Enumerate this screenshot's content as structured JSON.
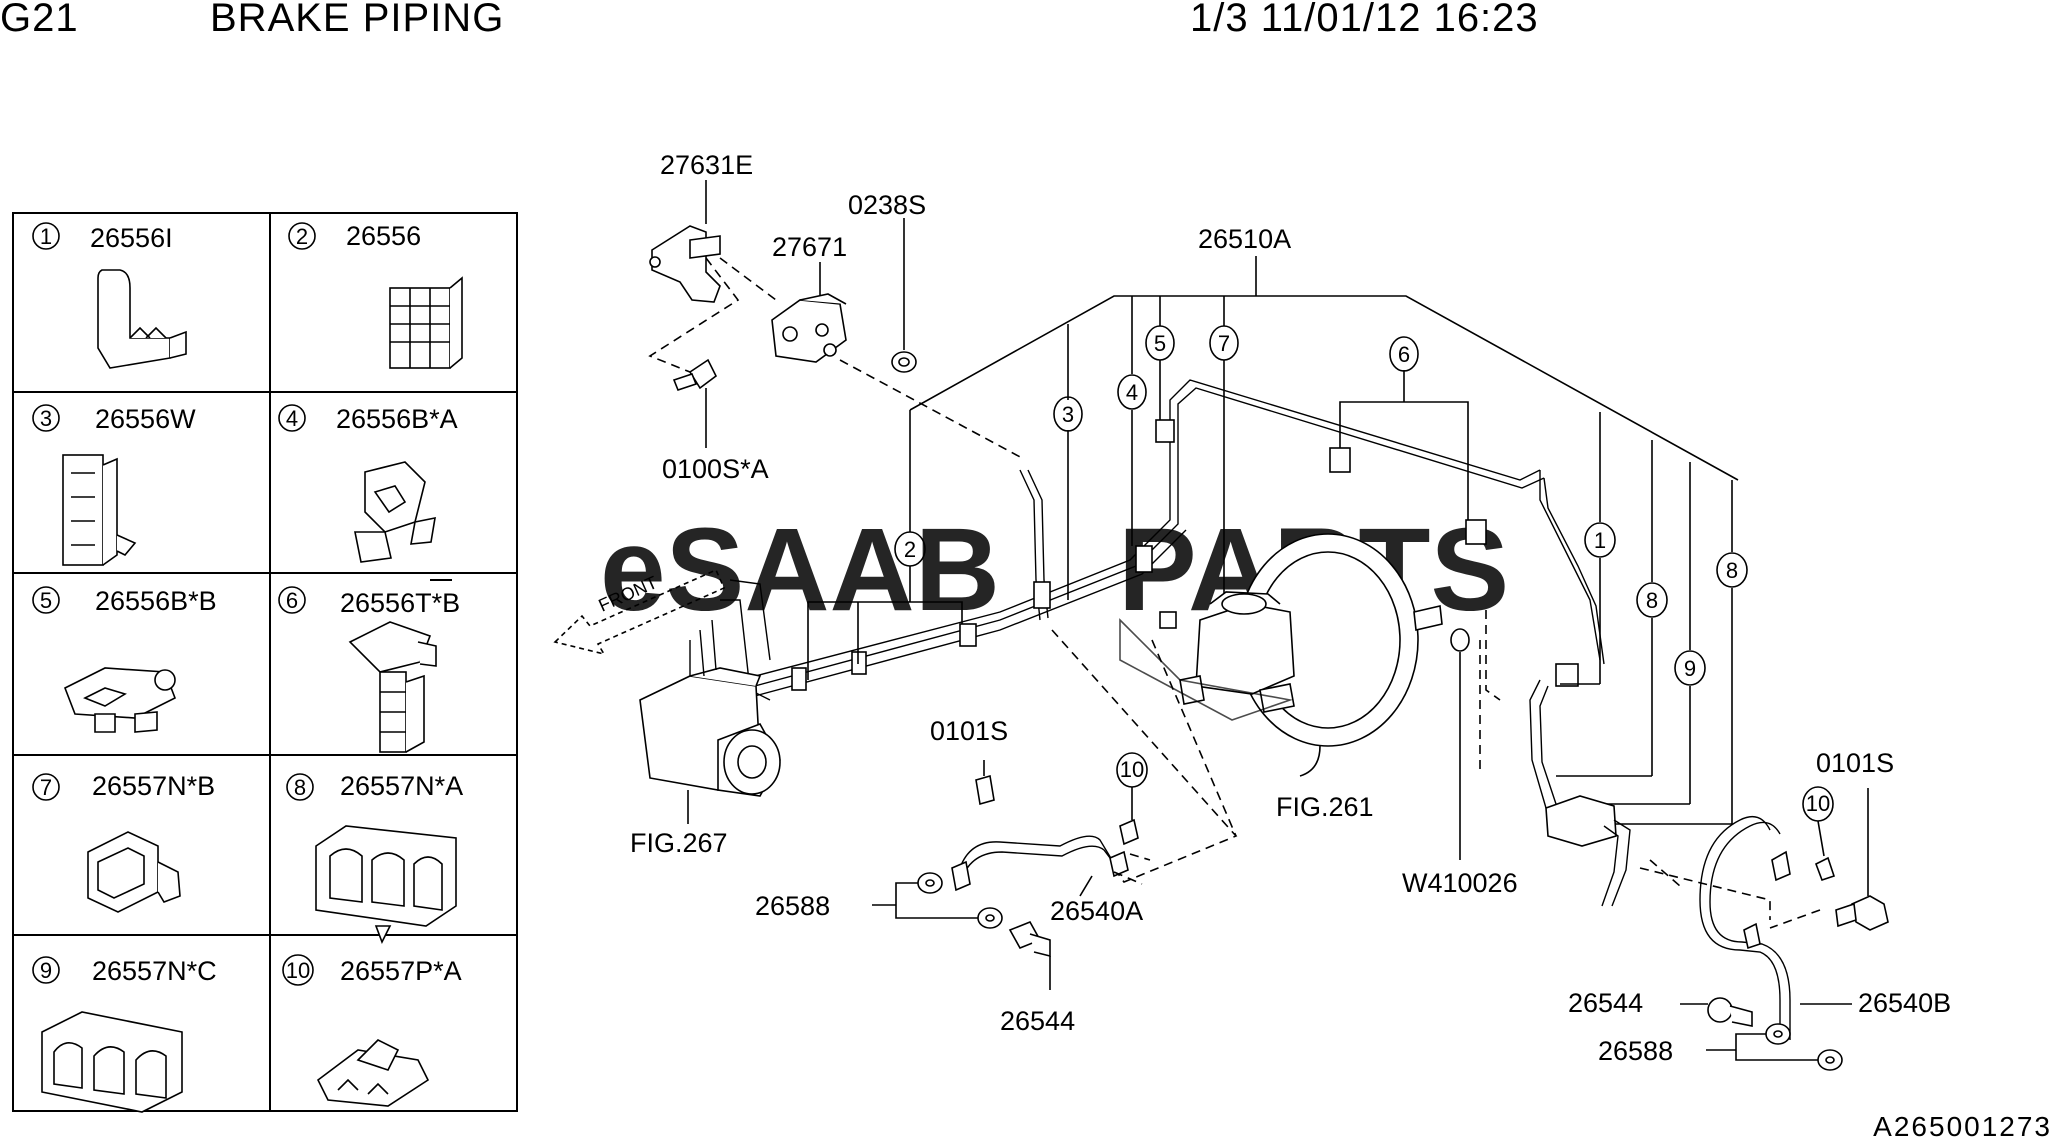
{
  "header": {
    "code": "G21",
    "name": "BRAKE PIPING",
    "meta": "1/3 11/01/12 16:23"
  },
  "legend": [
    {
      "num": "1",
      "part": "26556I"
    },
    {
      "num": "2",
      "part": "26556"
    },
    {
      "num": "3",
      "part": "26556W"
    },
    {
      "num": "4",
      "part": "26556B*A"
    },
    {
      "num": "5",
      "part": "26556B*B"
    },
    {
      "num": "6",
      "part": "26556T*B"
    },
    {
      "num": "7",
      "part": "26557N*B"
    },
    {
      "num": "8",
      "part": "26557N*A"
    },
    {
      "num": "9",
      "part": "26557N*C"
    },
    {
      "num": "10",
      "part": "26557P*A"
    }
  ],
  "callouts": {
    "c27631E": "27631E",
    "c0238S": "0238S",
    "c27671": "27671",
    "c0100SA": "0100S*A",
    "c26510A": "26510A",
    "cFIG267": "FIG.267",
    "c0101S_left": "0101S",
    "c26588_left": "26588",
    "c26540A": "26540A",
    "c26544_left": "26544",
    "cFIG261": "FIG.261",
    "cW410026": "W410026",
    "c0101S_right": "0101S",
    "c26544_right": "26544",
    "c26540B": "26540B",
    "c26588_right": "26588"
  },
  "balloons": {
    "b3": "3",
    "b4": "4",
    "b5": "5",
    "b7": "7",
    "b6": "6",
    "b2": "2",
    "b1": "1",
    "b8a": "8",
    "b8b": "8",
    "b9": "9",
    "b10a": "10",
    "b10b": "10"
  },
  "watermark": {
    "part1": "eSAAB",
    "part2": "PARTS",
    "color1": "#e8857a",
    "color2": "#e8857a",
    "arrow_text": "FRONT"
  },
  "footer": {
    "code": "A265001273"
  }
}
